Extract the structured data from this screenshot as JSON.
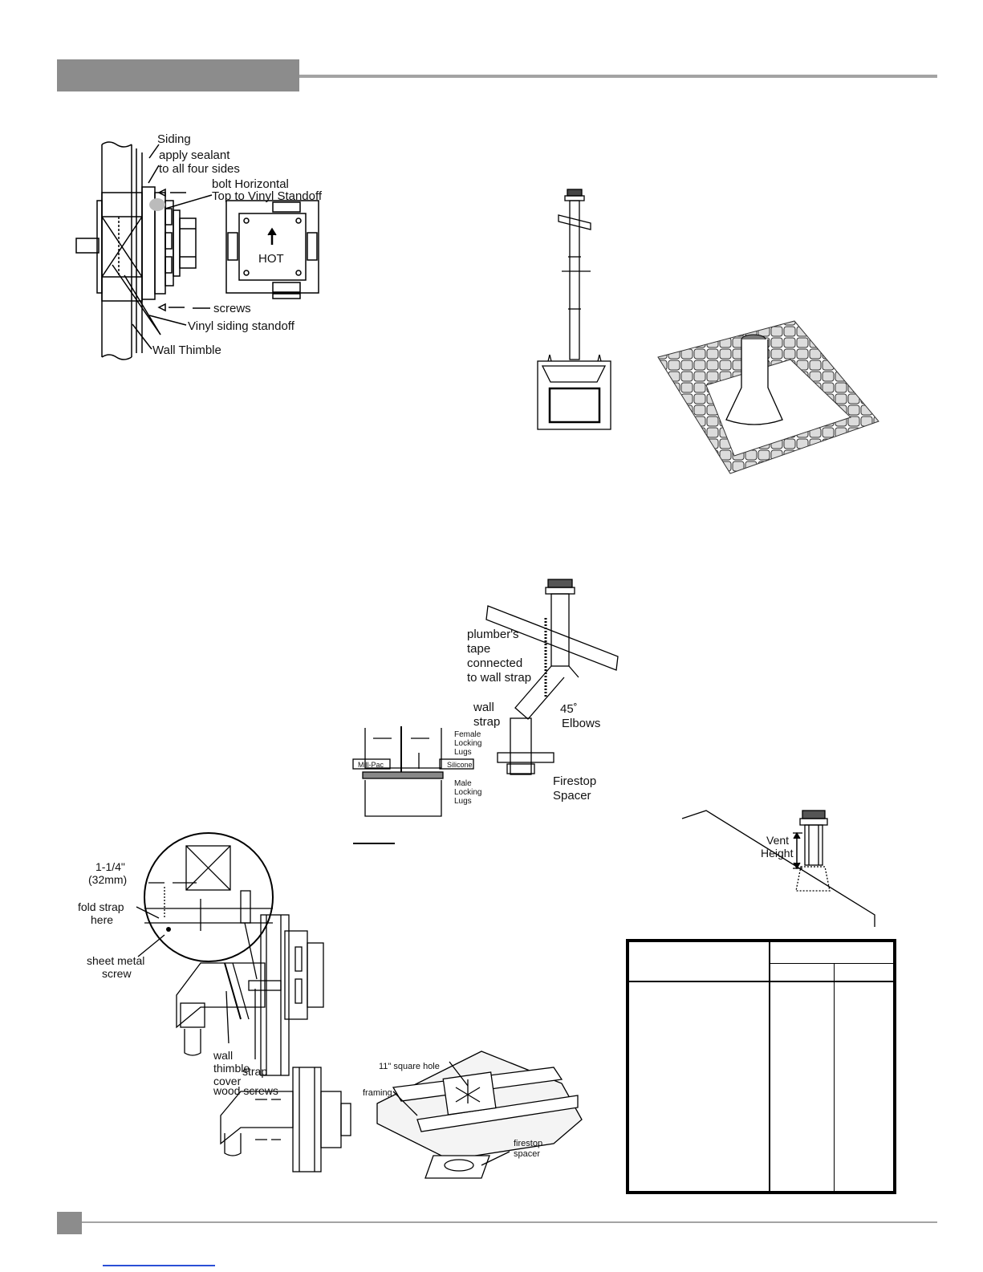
{
  "labels": {
    "siding": "Siding",
    "apply_sealant_1": "apply sealant",
    "apply_sealant_2": "to all four sides",
    "bolt_1": "bolt Horizontal",
    "bolt_2": "Top to Vinyl Standoff",
    "hot": "HOT",
    "screws": "screws",
    "vinyl_standoff": "Vinyl siding standoff",
    "wall_thimble": "Wall Thimble",
    "plumbers_1": "plumber's",
    "plumbers_2": "tape",
    "plumbers_3": "connected",
    "plumbers_4": "to wall strap",
    "wall_strap_1": "wall",
    "wall_strap_2": "strap",
    "elbows_1": "45˚",
    "elbows_2": "Elbows",
    "female_1": "Female",
    "female_2": "Locking",
    "female_3": "Lugs",
    "millpac": "Mill-Pac",
    "silicone": "Silicone",
    "male_1": "Male",
    "male_2": "Locking",
    "male_3": "Lugs",
    "firestop_1": "Firestop",
    "firestop_2": "Spacer",
    "vent_1": "Vent",
    "vent_2": "Height",
    "dim_1": "1-1/4\"",
    "dim_2": "(32mm)",
    "fold_1": "fold strap",
    "fold_2": "here",
    "sms_1": "sheet metal",
    "sms_2": "screw",
    "wtc_1": "wall",
    "wtc_2": "thimble",
    "wtc_3": "cover",
    "strap": "strap",
    "wood_screws": "wood screws",
    "square_hole": "11\" square hole",
    "framing": "framing",
    "fs_1": "firestop",
    "fs_2": "spacer"
  }
}
